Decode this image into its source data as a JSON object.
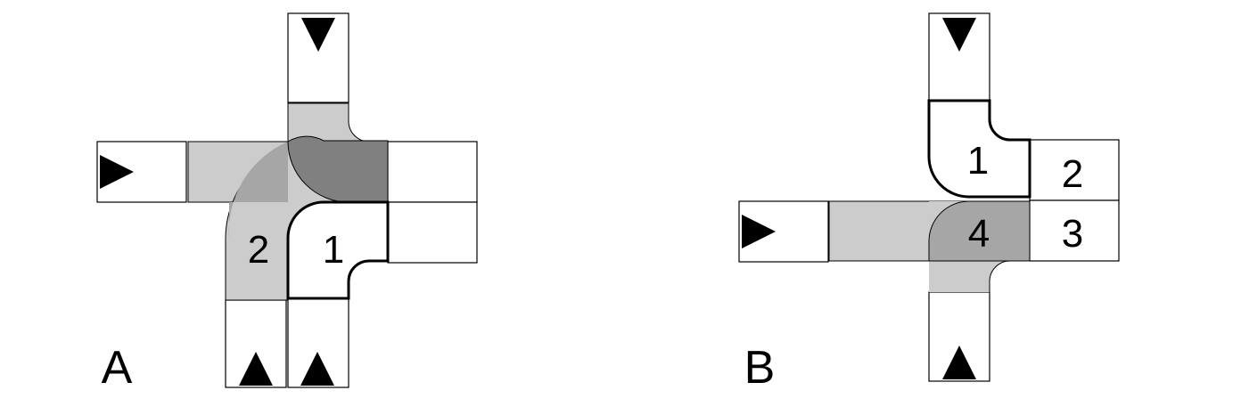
{
  "colors": {
    "light_gray": "#cccccc",
    "mid_gray": "#a6a6a6",
    "dark_gray": "#808080",
    "white": "#ffffff",
    "ink": "#000000"
  },
  "panel_a": {
    "label": "A",
    "region_1": "1",
    "region_2": "2"
  },
  "panel_b": {
    "label": "B",
    "region_1": "1",
    "region_2": "2",
    "region_3": "3",
    "region_4": "4"
  }
}
